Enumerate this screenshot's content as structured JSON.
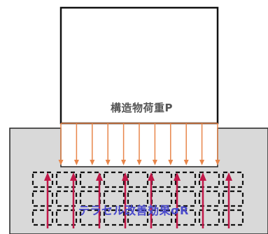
{
  "labels": {
    "structural_load": "構造物荷重P",
    "improvement_effect": "テラセル改善効果σR"
  },
  "colors": {
    "structure_outline": "#111111",
    "load_arrow": "#e8864a",
    "reaction_arrow": "#c01848",
    "ground_fill": "#d9d9d9",
    "ground_outline": "#222222",
    "cell_grid": "#111111",
    "load_text": "#555555",
    "effect_text": "#4a4acc"
  },
  "counts": {
    "load_arrows": 11,
    "reaction_arrows": 8,
    "cell_columns": 9,
    "cell_rows": 3
  }
}
